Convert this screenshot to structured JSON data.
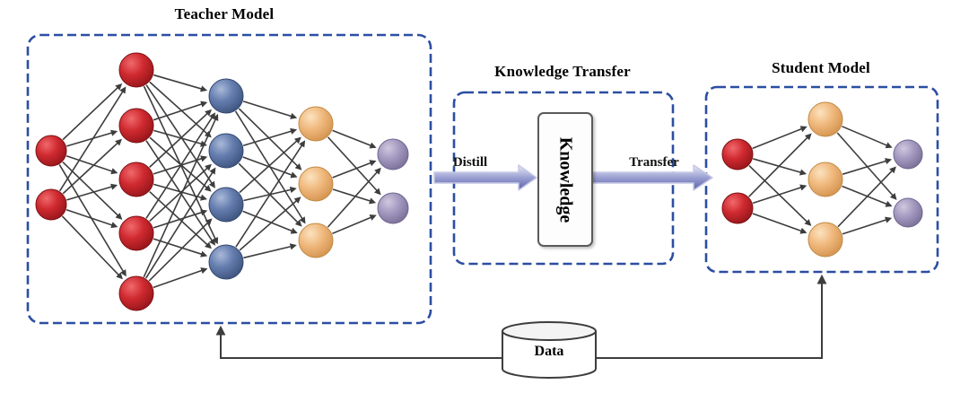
{
  "teacher": {
    "title": "Teacher Model",
    "layers": [
      {
        "color": "red",
        "count": 2
      },
      {
        "color": "red",
        "count": 5
      },
      {
        "color": "blue",
        "count": 4
      },
      {
        "color": "orange",
        "count": 3
      },
      {
        "color": "purple",
        "count": 2
      }
    ]
  },
  "knowledge": {
    "title": "Knowledge Transfer",
    "box_label": "Knowledge",
    "distill_label": "Distill",
    "transfer_label": "Transfer"
  },
  "student": {
    "title": "Student Model",
    "layers": [
      {
        "color": "red",
        "count": 2
      },
      {
        "color": "orange",
        "count": 3
      },
      {
        "color": "purple",
        "count": 2
      }
    ]
  },
  "data_store": {
    "label": "Data"
  },
  "colors": {
    "red": "#c42127",
    "blue": "#5f78aa",
    "orange": "#efb77c",
    "purple": "#a096bd",
    "edge": "#3d3d3d",
    "box_dash": "#2b4ea2",
    "big_arrow": "#8b90c9"
  }
}
